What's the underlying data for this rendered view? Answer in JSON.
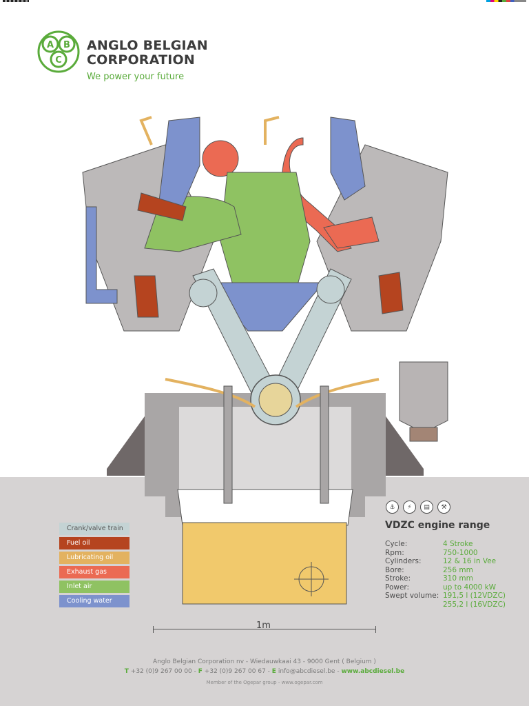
{
  "brand": {
    "logo_letters": [
      "A",
      "B",
      "C"
    ],
    "name_line1": "ANGLO BELGIAN",
    "name_line2": "CORPORATION",
    "tagline": "We power your future",
    "green": "#5aab3b"
  },
  "legend": [
    {
      "label": "Crank/valve train",
      "color": "#c4d3d4"
    },
    {
      "label": "Fuel oil",
      "color": "#b5441f"
    },
    {
      "label": "Lubricating oil",
      "color": "#e3b260"
    },
    {
      "label": "Exhaust gas",
      "color": "#eb6a53"
    },
    {
      "label": "Inlet air",
      "color": "#8fc262"
    },
    {
      "label": "Cooling water",
      "color": "#7d92cd"
    }
  ],
  "icons": [
    "ship-icon",
    "power-generation-icon",
    "rail-icon",
    "dredging-icon"
  ],
  "specs": {
    "title": "VDZC engine range",
    "rows": [
      {
        "key": "Cycle:",
        "value": "4 Stroke"
      },
      {
        "key": "Rpm:",
        "value": "750-1000"
      },
      {
        "key": "Cylinders:",
        "value": "12 & 16 in Vee"
      },
      {
        "key": "Bore:",
        "value": "256 mm"
      },
      {
        "key": "Stroke:",
        "value": "310 mm"
      },
      {
        "key": "Power:",
        "value": "up to 4000 kW"
      },
      {
        "key": "Swept volume:",
        "value": "191,5 l (12VDZC)"
      },
      {
        "key": "",
        "value": "255,2 l (16VDZC)"
      }
    ]
  },
  "scale_label": "1m",
  "footer": {
    "address": "Anglo Belgian Corporation nv - Wiedauwkaai 43 - 9000 Gent ( Belgium )",
    "t_letter": "T",
    "phone": "+32 (0)9 267 00 00 -",
    "f_letter": "F",
    "fax": "+32 (0)9 267 00 67 -",
    "e_letter": "E",
    "email": "info@abcdiesel.be -",
    "website": "www.abcdiesel.be",
    "member": "Member of the Ogepar group - www.ogepar.com"
  }
}
